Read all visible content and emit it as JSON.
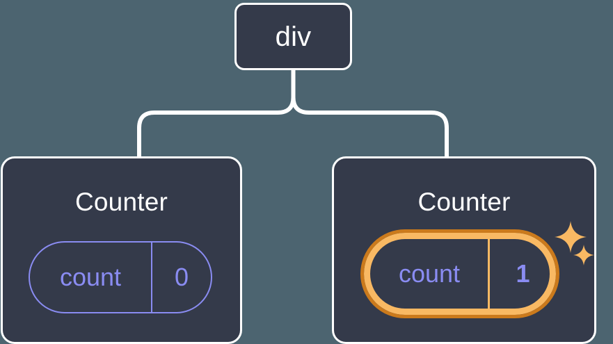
{
  "diagram": {
    "type": "component-tree",
    "title": "React component tree with highlighted state update",
    "background_color": "#4c6470",
    "node_fill_color": "#343a4a",
    "node_border_color": "#ffffff",
    "connector_color": "#ffffff",
    "state_color": "#8a8cf2",
    "highlight_outer_color": "#cb7a1c",
    "highlight_inner_color": "#f9b963",
    "root": {
      "label": "div"
    },
    "children": [
      {
        "id": "counter-left",
        "label": "Counter",
        "highlighted": false,
        "state": {
          "key": "count",
          "value": "0"
        }
      },
      {
        "id": "counter-right",
        "label": "Counter",
        "highlighted": true,
        "state": {
          "key": "count",
          "value": "1"
        },
        "sparkles": [
          {
            "name": "sparkle-large",
            "size": "large"
          },
          {
            "name": "sparkle-small",
            "size": "small"
          }
        ]
      }
    ]
  }
}
